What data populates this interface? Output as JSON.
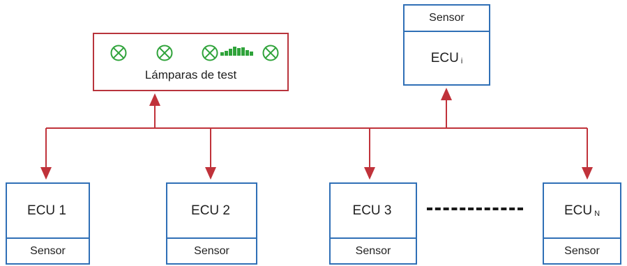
{
  "lamp_panel": {
    "label": "Lámparas de test",
    "lamp_count": 4,
    "lamp_color": "#2fa33a",
    "frame_color": "#b8343c"
  },
  "ecus": [
    {
      "id": "ecu-1",
      "name": "ECU 1",
      "subscript": "",
      "sensor": "Sensor"
    },
    {
      "id": "ecu-2",
      "name": "ECU 2",
      "subscript": "",
      "sensor": "Sensor"
    },
    {
      "id": "ecu-3",
      "name": "ECU 3",
      "subscript": "",
      "sensor": "Sensor"
    },
    {
      "id": "ecu-n",
      "name": "ECU",
      "subscript": "N",
      "sensor": "Sensor"
    }
  ],
  "ecu_i": {
    "name": "ECU",
    "subscript": "i",
    "sensor": "Sensor"
  },
  "colors": {
    "bus": "#c0323a",
    "ecu_border": "#2f6fb6",
    "text": "#1f1f1f"
  }
}
